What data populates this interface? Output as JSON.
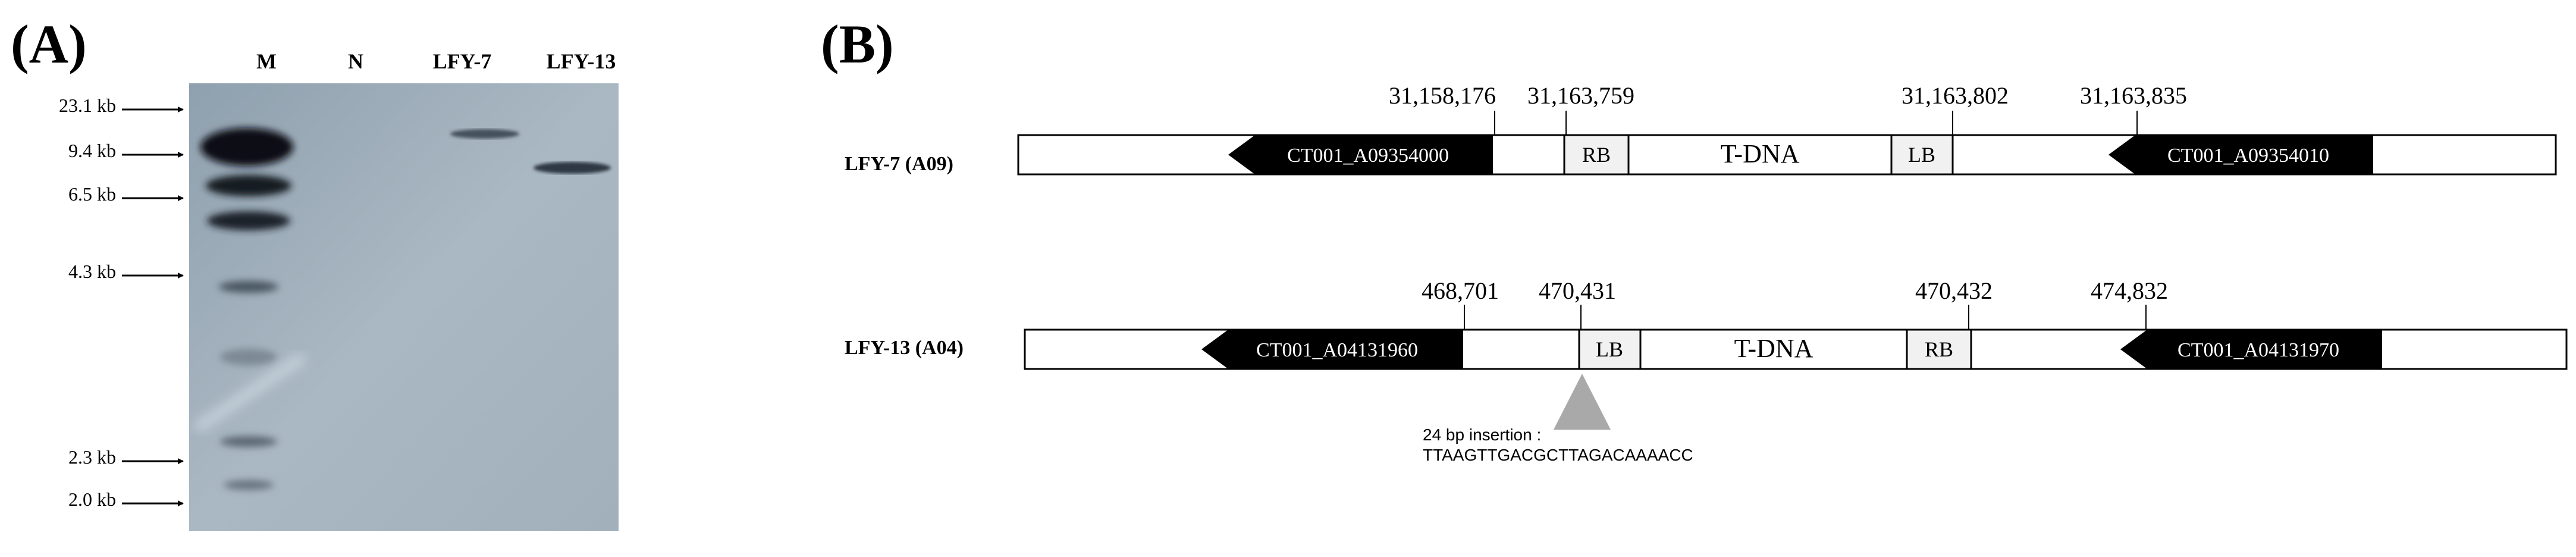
{
  "panel_a": {
    "label": "(A)",
    "lanes": [
      "M",
      "N",
      "LFY-7",
      "LFY-13"
    ],
    "markers": [
      "23.1 kb",
      "9.4 kb",
      "6.5 kb",
      "4.3 kb",
      "2.3 kb",
      "2.0 kb"
    ]
  },
  "panel_b": {
    "label": "(B)",
    "rows": [
      {
        "label": "LFY-7 (A09)",
        "coords": [
          "31,158,176",
          "31,163,759",
          "31,163,802",
          "31,163,835"
        ],
        "left_gene": "CT001_A09354000",
        "right_gene": "CT001_A09354010",
        "left_border": "RB",
        "insert": "T-DNA",
        "right_border": "LB"
      },
      {
        "label": "LFY-13 (A04)",
        "coords": [
          "468,701",
          "470,431",
          "470,432",
          "474,832"
        ],
        "left_gene": "CT001_A04131960",
        "right_gene": "CT001_A04131970",
        "left_border": "LB",
        "insert": "T-DNA",
        "right_border": "RB",
        "insertion_note": "24 bp insertion :",
        "insertion_seq": "TTAAGTTGACGCTTAGACAAAACC"
      }
    ],
    "colors": {
      "gene_fill": "#000000",
      "border_fill": "#f1f1f1",
      "triangle": "#a9a9a9"
    }
  }
}
